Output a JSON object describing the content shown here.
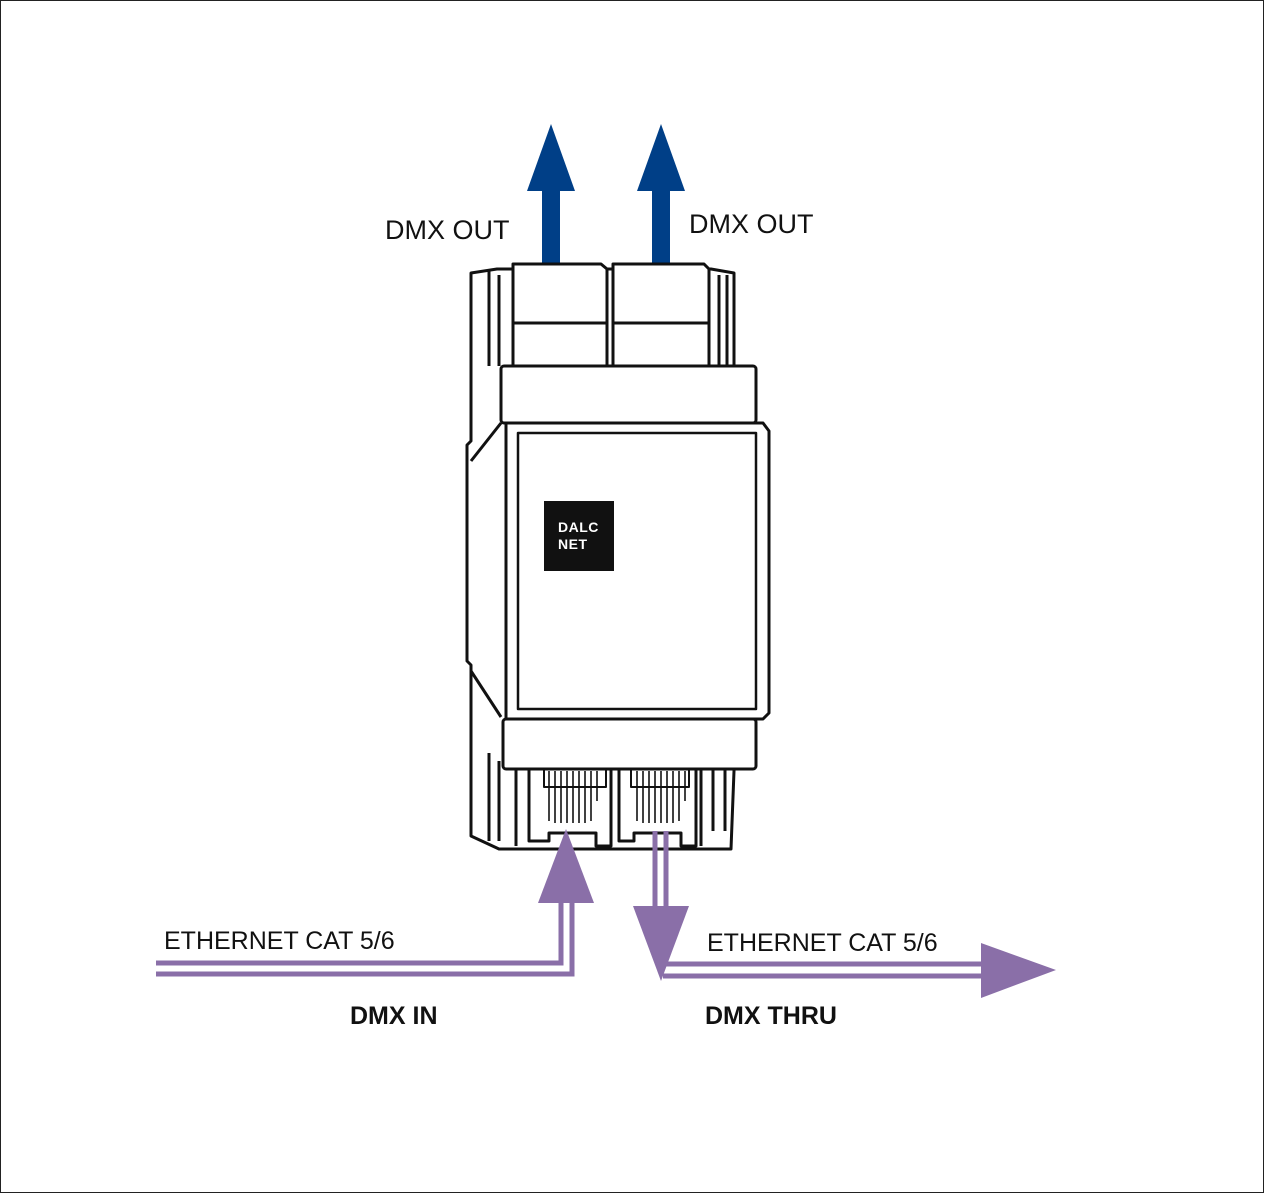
{
  "labels": {
    "dmx_out_left": "DMX OUT",
    "dmx_out_right": "DMX OUT",
    "ethernet_left": "ETHERNET CAT 5/6",
    "ethernet_right": "ETHERNET CAT 5/6",
    "dmx_in": "DMX IN",
    "dmx_thru": "DMX THRU"
  },
  "logo": {
    "line1": "DALC",
    "line2": "NET"
  },
  "colors": {
    "dmx_out_arrow": "#003f87",
    "ethernet_arrow": "#8a6fa8",
    "device_stroke": "#111111",
    "logo_bg": "#111111"
  }
}
